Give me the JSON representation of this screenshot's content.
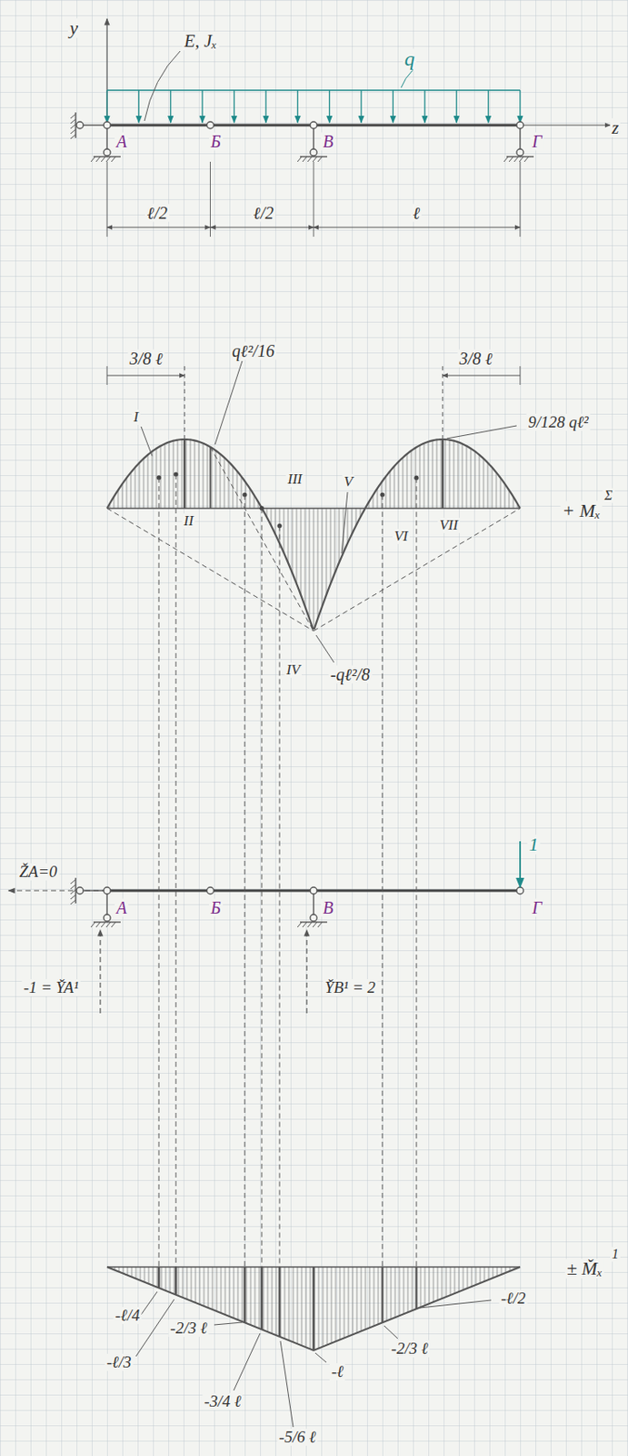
{
  "diagram": {
    "labels": [
      "y",
      "E, Jₓ",
      "q",
      "z",
      "A",
      "Б",
      "В",
      "Г",
      "ℓ/2",
      "ℓ/2",
      "ℓ",
      "3/8 ℓ",
      "3/8 ℓ",
      "qℓ²/16",
      "9/128 qℓ²",
      "I",
      "II",
      "III",
      "IV",
      "V",
      "VI",
      "VII",
      "-qℓ²/8",
      "+ Mₓ",
      "Σ",
      "ŽA=0",
      "1",
      "A",
      "Б",
      "В",
      "Г",
      "-1 = Y̌A¹",
      "Y̌B¹ = 2",
      "± M̌ₓ",
      "1",
      "-ℓ/4",
      "-ℓ/3",
      "-2/3 ℓ",
      "-3/4 ℓ",
      "-5/6 ℓ",
      "-ℓ",
      "-2/3 ℓ",
      "-ℓ/2"
    ]
  }
}
